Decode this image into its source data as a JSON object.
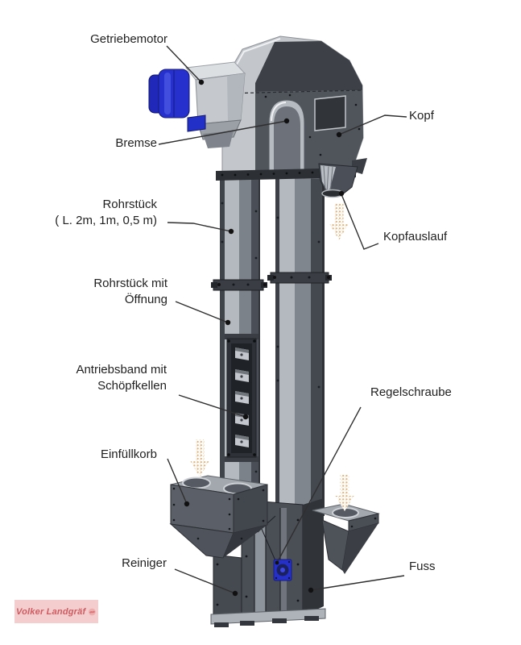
{
  "diagram": {
    "kind": "bucket-elevator-technical-diagram",
    "labels": {
      "getriebemotor": {
        "text": "Getriebemotor"
      },
      "bremse": {
        "text": "Bremse"
      },
      "kopf": {
        "text": "Kopf"
      },
      "kopfauslauf": {
        "text": "Kopfauslauf"
      },
      "rohrstueck": {
        "line1": "Rohrstück",
        "line2": "( L. 2m, 1m, 0,5 m)"
      },
      "rohrstueck_oeffnung": {
        "line1": "Rohrstück mit",
        "line2": "Öffnung"
      },
      "antriebsband": {
        "line1": "Antriebsband mit",
        "line2": "Schöpfkellen"
      },
      "einfuellkorb": {
        "text": "Einfüllkorb"
      },
      "reiniger": {
        "text": "Reiniger"
      },
      "regelschraube": {
        "text": "Regelschraube"
      },
      "fuss": {
        "text": "Fuss"
      }
    },
    "colors": {
      "background": "#ffffff",
      "machine_dark": "#3d4147",
      "machine_mid": "#50555c",
      "machine_light": "#b4b9bf",
      "motor_blue": "#2631cd",
      "flow_arrow_dots": "#dfb27c",
      "leader_line": "#2f2f2f",
      "label_text": "#1f1f1f"
    }
  },
  "watermark": {
    "text": "Volker Landgräf",
    "text_color": "#c94f55",
    "background": "#f4caca"
  }
}
